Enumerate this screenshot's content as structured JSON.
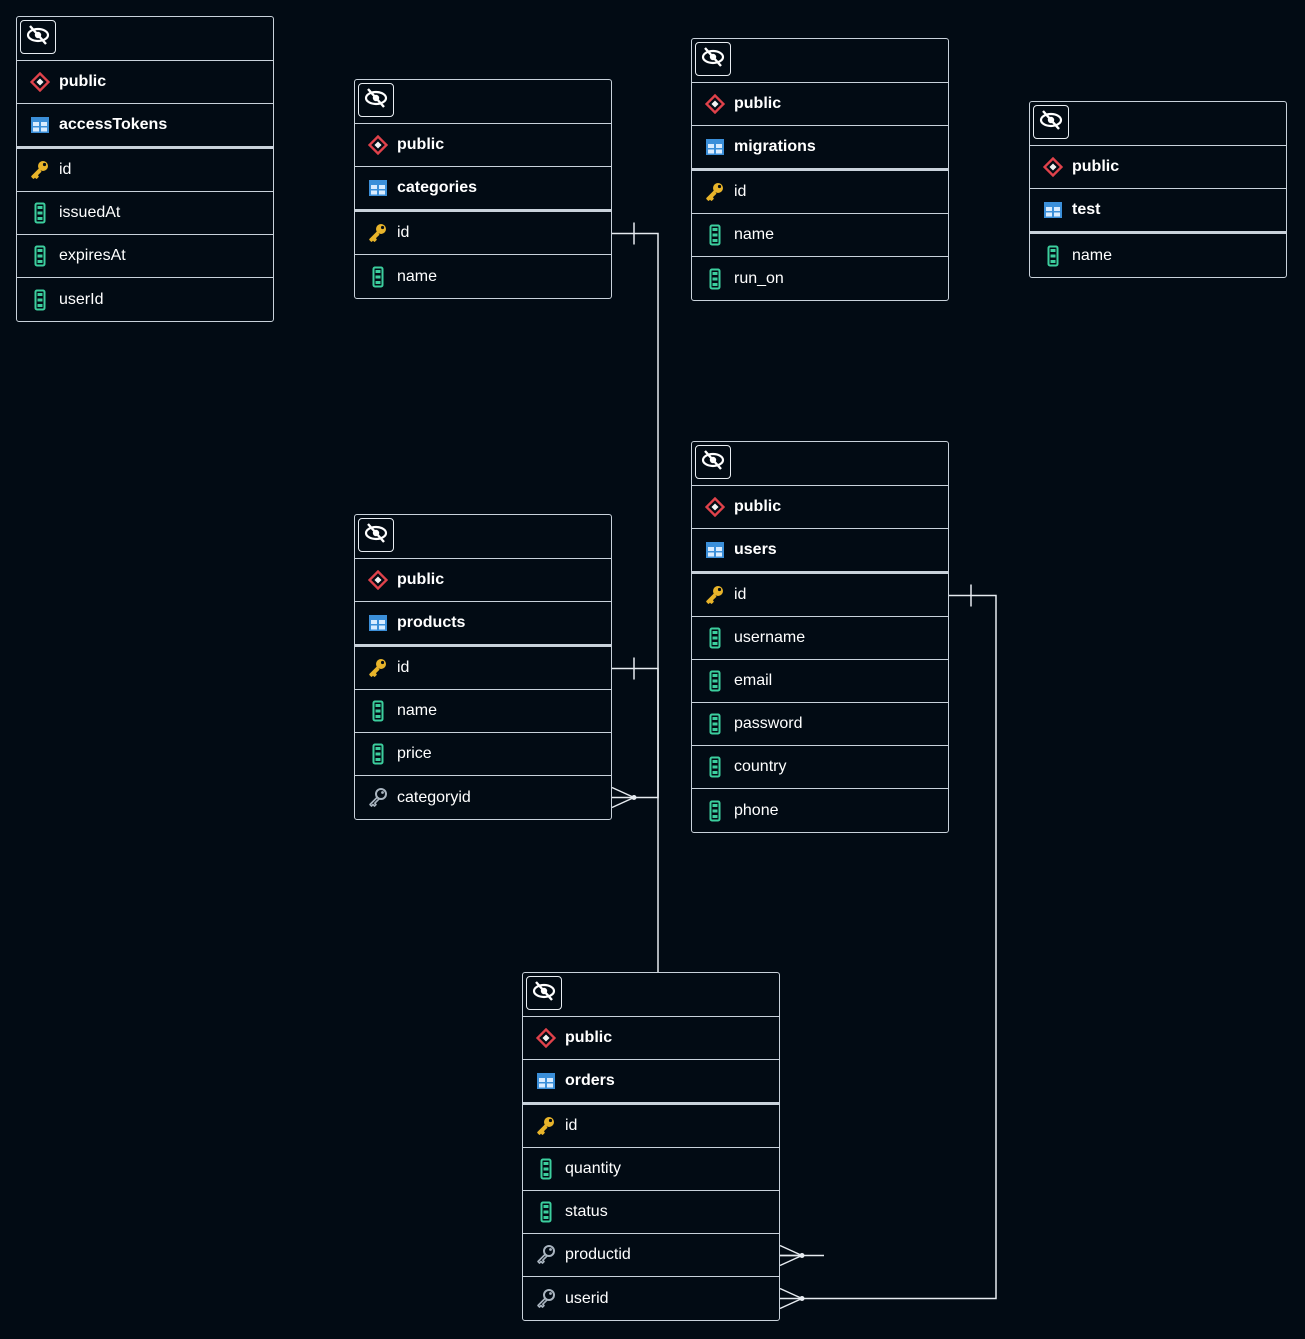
{
  "tables": [
    {
      "id": "accessTokens",
      "schema": "public",
      "name": "accessTokens",
      "columns": [
        {
          "name": "id",
          "kind": "pk"
        },
        {
          "name": "issuedAt",
          "kind": "col"
        },
        {
          "name": "expiresAt",
          "kind": "col"
        },
        {
          "name": "userId",
          "kind": "col"
        }
      ]
    },
    {
      "id": "categories",
      "schema": "public",
      "name": "categories",
      "columns": [
        {
          "name": "id",
          "kind": "pk"
        },
        {
          "name": "name",
          "kind": "col"
        }
      ]
    },
    {
      "id": "migrations",
      "schema": "public",
      "name": "migrations",
      "columns": [
        {
          "name": "id",
          "kind": "pk"
        },
        {
          "name": "name",
          "kind": "col"
        },
        {
          "name": "run_on",
          "kind": "col"
        }
      ]
    },
    {
      "id": "test",
      "schema": "public",
      "name": "test",
      "columns": [
        {
          "name": "name",
          "kind": "col"
        }
      ]
    },
    {
      "id": "products",
      "schema": "public",
      "name": "products",
      "columns": [
        {
          "name": "id",
          "kind": "pk"
        },
        {
          "name": "name",
          "kind": "col"
        },
        {
          "name": "price",
          "kind": "col"
        },
        {
          "name": "categoryid",
          "kind": "fk"
        }
      ]
    },
    {
      "id": "users",
      "schema": "public",
      "name": "users",
      "columns": [
        {
          "name": "id",
          "kind": "pk"
        },
        {
          "name": "username",
          "kind": "col"
        },
        {
          "name": "email",
          "kind": "col"
        },
        {
          "name": "password",
          "kind": "col"
        },
        {
          "name": "country",
          "kind": "col"
        },
        {
          "name": "phone",
          "kind": "col"
        }
      ]
    },
    {
      "id": "orders",
      "schema": "public",
      "name": "orders",
      "columns": [
        {
          "name": "id",
          "kind": "pk"
        },
        {
          "name": "quantity",
          "kind": "col"
        },
        {
          "name": "status",
          "kind": "col"
        },
        {
          "name": "productid",
          "kind": "fk"
        },
        {
          "name": "userid",
          "kind": "fk"
        }
      ]
    }
  ],
  "relations": [
    {
      "from": "categories.id",
      "to": "products.categoryid",
      "cardinality": "one-to-many"
    },
    {
      "from": "products.id",
      "to": "orders.productid",
      "cardinality": "one-to-many"
    },
    {
      "from": "users.id",
      "to": "orders.userid",
      "cardinality": "one-to-many"
    }
  ],
  "icons": {
    "toggle": "eye-off-icon",
    "schema": "schema-diamond-icon",
    "table": "table-grid-icon",
    "pk": "primary-key-icon",
    "fk": "foreign-key-icon",
    "col": "column-icon"
  },
  "colors": {
    "background": "#020b14",
    "border": "#c9d2db",
    "text": "#ffffff",
    "schema_icon": "#e0424b",
    "table_icon": "#3b8fd9",
    "pk_icon": "#e8b42a",
    "fk_icon": "#a9b4bf",
    "column_icon": "#3ccf9e"
  }
}
